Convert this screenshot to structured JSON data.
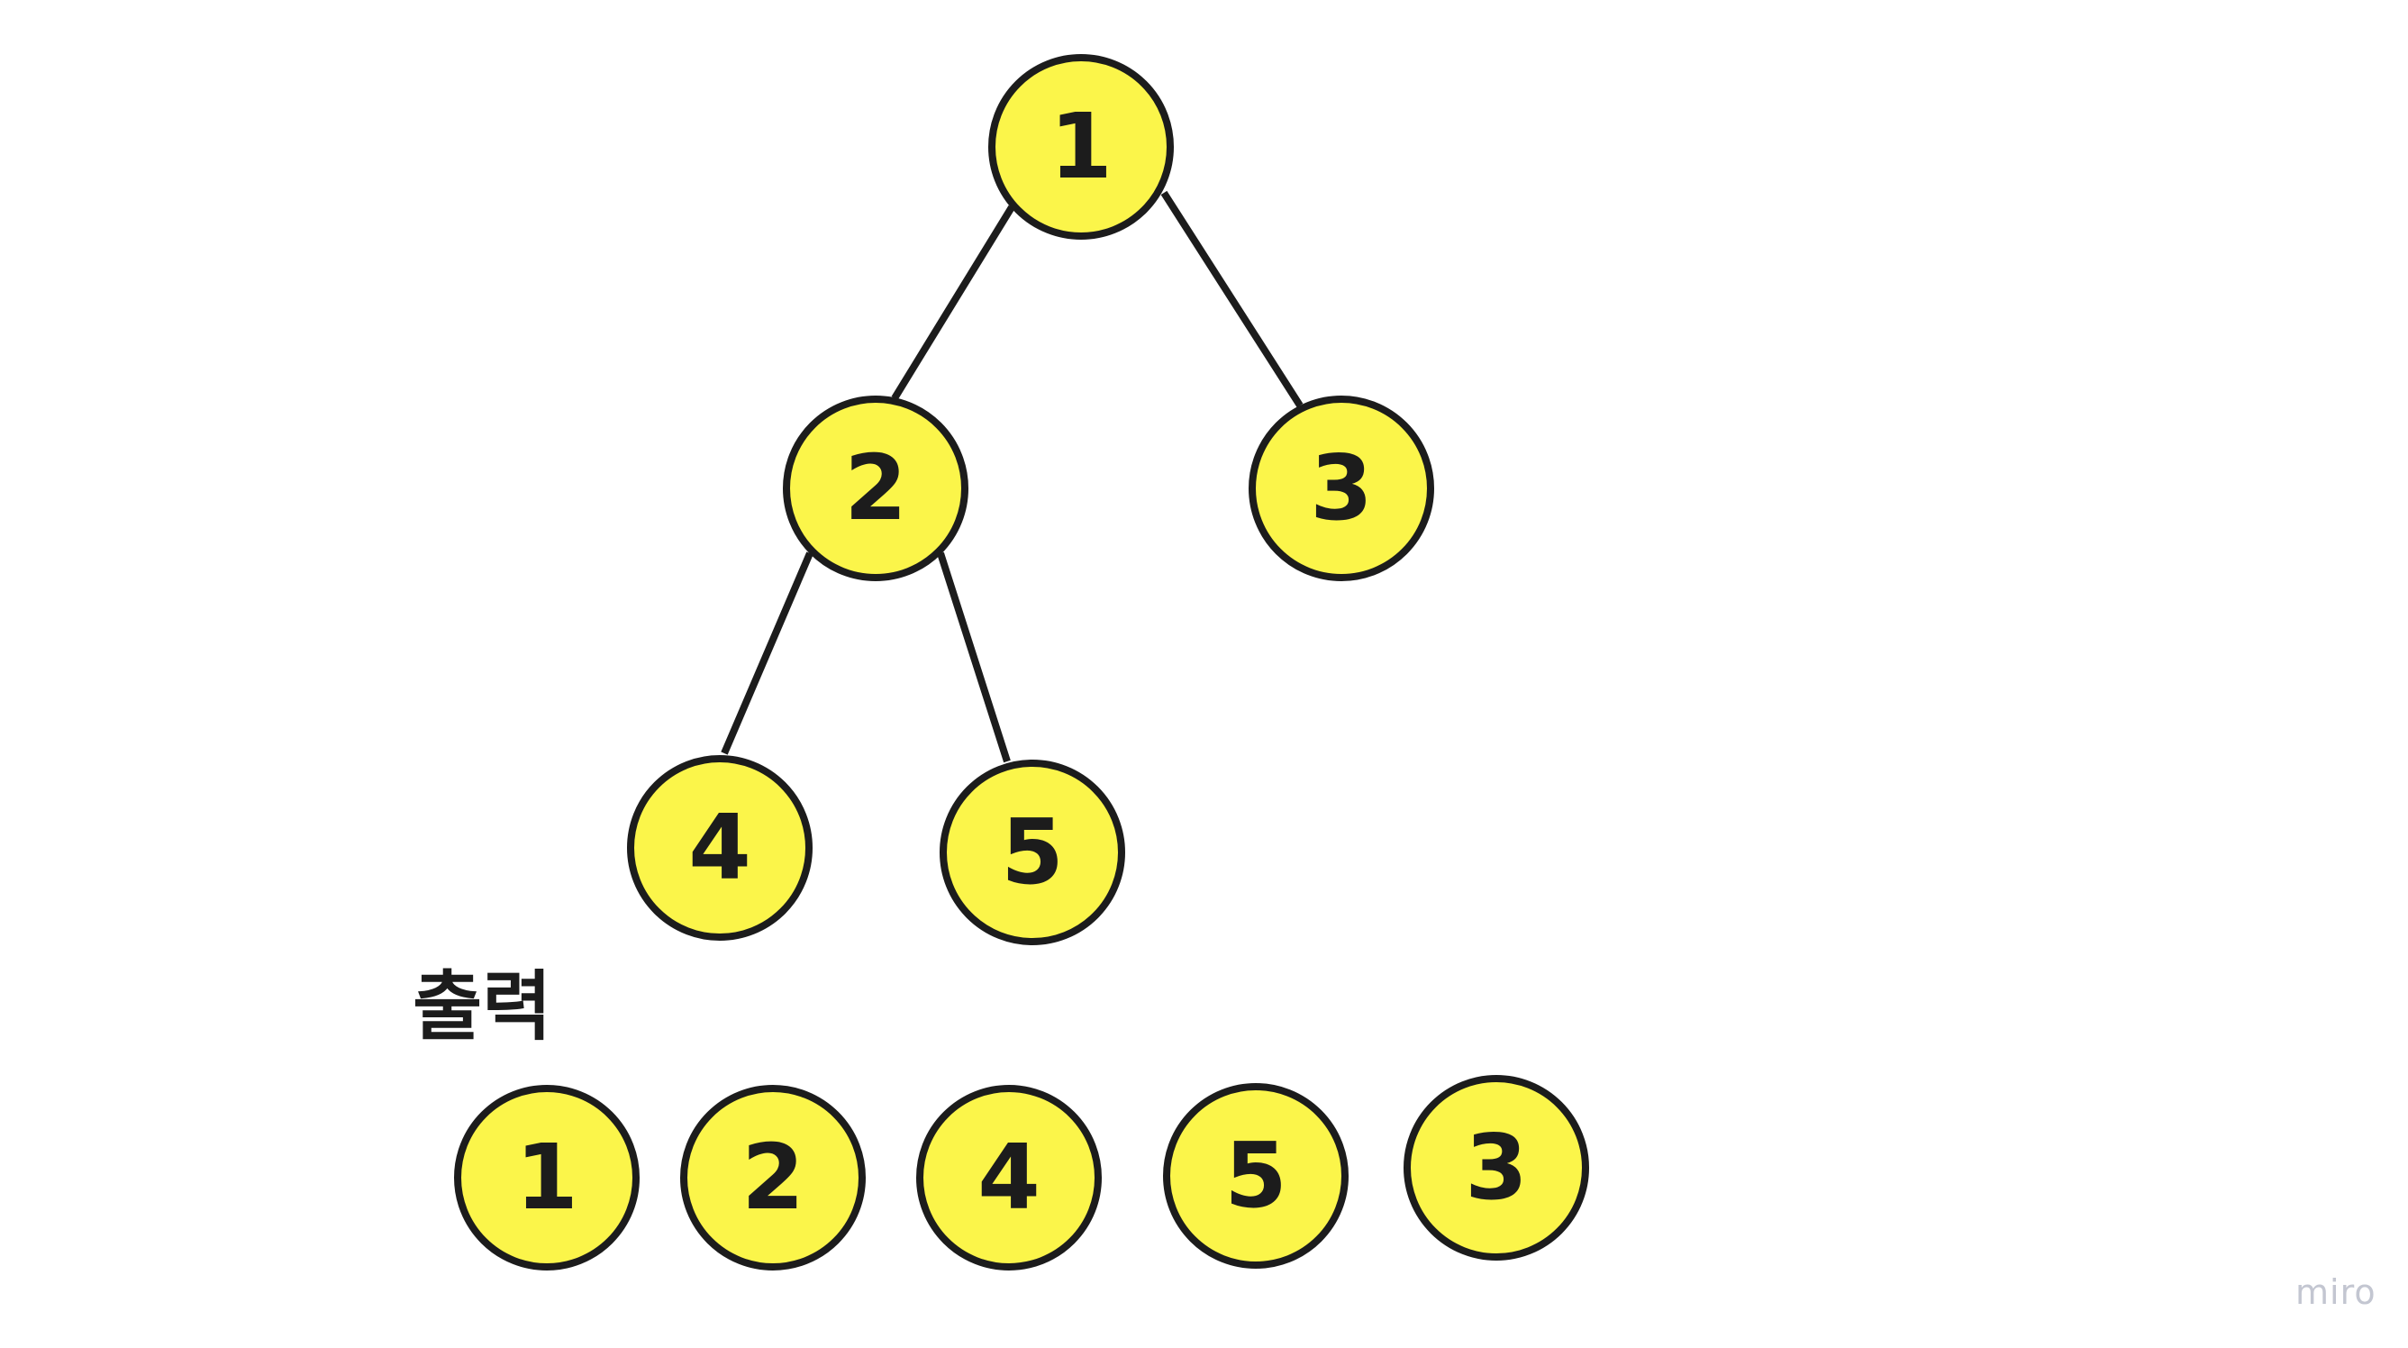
{
  "colors": {
    "node_fill": "#fbf54a",
    "node_stroke": "#1c1c1c",
    "edge": "#1c1c1c",
    "watermark": "#c3c6d1"
  },
  "tree": {
    "nodes": [
      {
        "id": "n1",
        "label": "1"
      },
      {
        "id": "n2",
        "label": "2"
      },
      {
        "id": "n3",
        "label": "3"
      },
      {
        "id": "n4",
        "label": "4"
      },
      {
        "id": "n5",
        "label": "5"
      }
    ],
    "edges": [
      {
        "from": "n1",
        "to": "n2"
      },
      {
        "from": "n1",
        "to": "n3"
      },
      {
        "from": "n2",
        "to": "n4"
      },
      {
        "from": "n2",
        "to": "n5"
      }
    ]
  },
  "output": {
    "title": "출력",
    "sequence": [
      "1",
      "2",
      "4",
      "5",
      "3"
    ]
  },
  "watermark": "miro"
}
